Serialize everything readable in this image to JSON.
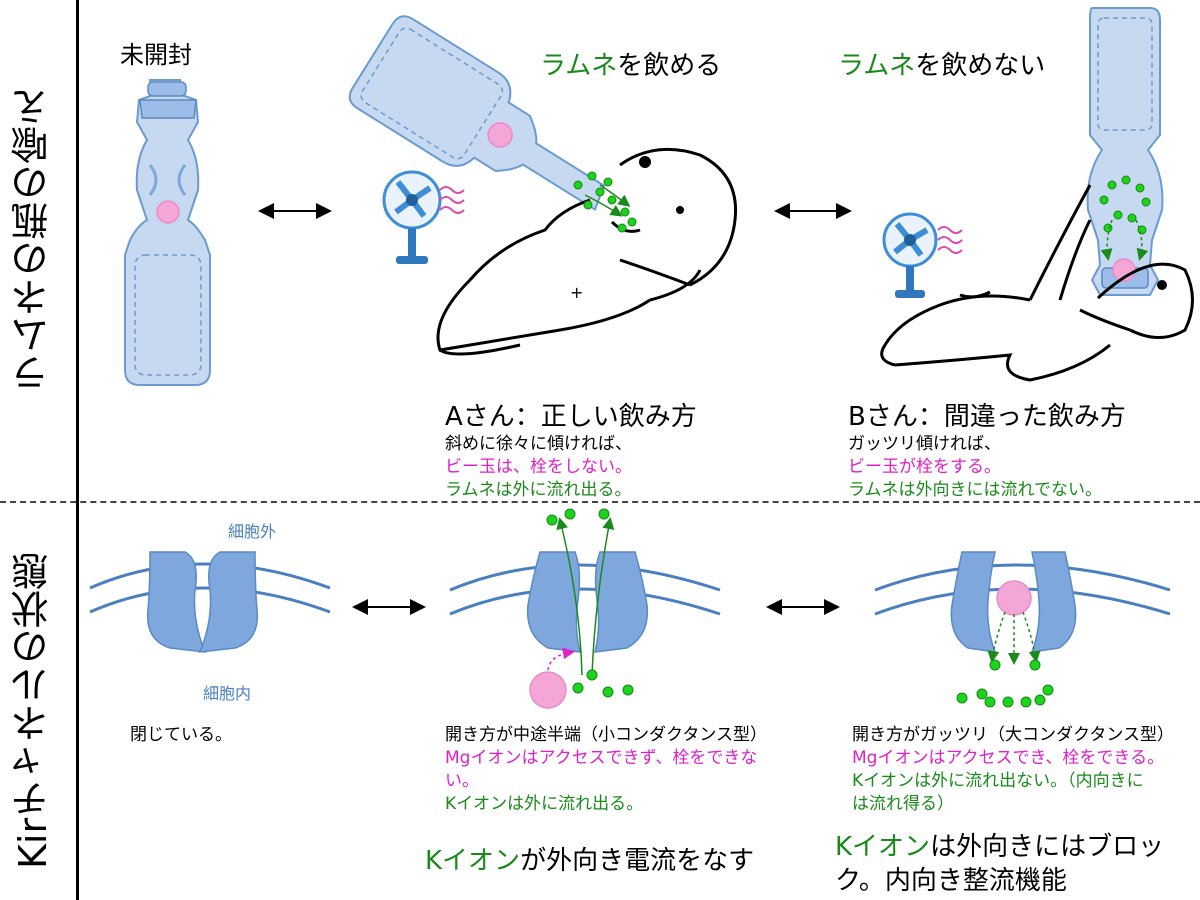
{
  "side_labels": {
    "top": "ラムネの瓶の喩え",
    "bottom": "Kirチャネルの状態"
  },
  "top_panel": {
    "unopened_label": "未開封",
    "can_drink": {
      "highlight": "ラムネ",
      "rest": "を飲める"
    },
    "cannot_drink": {
      "highlight": "ラムネ",
      "rest": "を飲めない"
    },
    "person_a": {
      "title": "Aさん：正しい飲み方",
      "line1": "斜めに徐々に傾ければ、",
      "line2": "ビー玉は、栓をしない。",
      "line3": "ラムネは外に流れ出る。"
    },
    "person_b": {
      "title": "Bさん：間違った飲み方",
      "line1": "ガッツリ傾ければ、",
      "line2": "ビー玉が栓をする。",
      "line3": "ラムネは外向きには流れでない。"
    }
  },
  "bottom_panel": {
    "outside_label": "細胞外",
    "inside_label": "細胞内",
    "closed_caption": "閉じている。",
    "small": {
      "line1": "開き方が中途半端（小コンダクタンス型）",
      "line2": "Mgイオンはアクセスできず、栓をできな",
      "line3": "い。",
      "line4": "Kイオンは外に流れ出る。",
      "summary_highlight": "Kイオン",
      "summary_rest": "が外向き電流をなす"
    },
    "large": {
      "line1": "開き方がガッツリ（大コンダクタンス型）",
      "line2": "Mgイオンはアクセスでき、栓をできる。",
      "line3": "Kイオンは外に流れ出ない。（内向きに",
      "line4": "は流れ得る）",
      "summary_highlight": "Kイオン",
      "summary_rest1": "は外向きにはブロッ",
      "summary_rest2": "ク。内向き整流機能"
    }
  },
  "colors": {
    "green": "#1a8a1a",
    "magenta": "#e020c8",
    "channel_blue": "#7ea7de",
    "bottle_blue": "#c7d9f0",
    "membrane_blue": "#4a7fc1",
    "marble_pink": "#f4a6d6",
    "ion_green": "#1dd31d"
  }
}
